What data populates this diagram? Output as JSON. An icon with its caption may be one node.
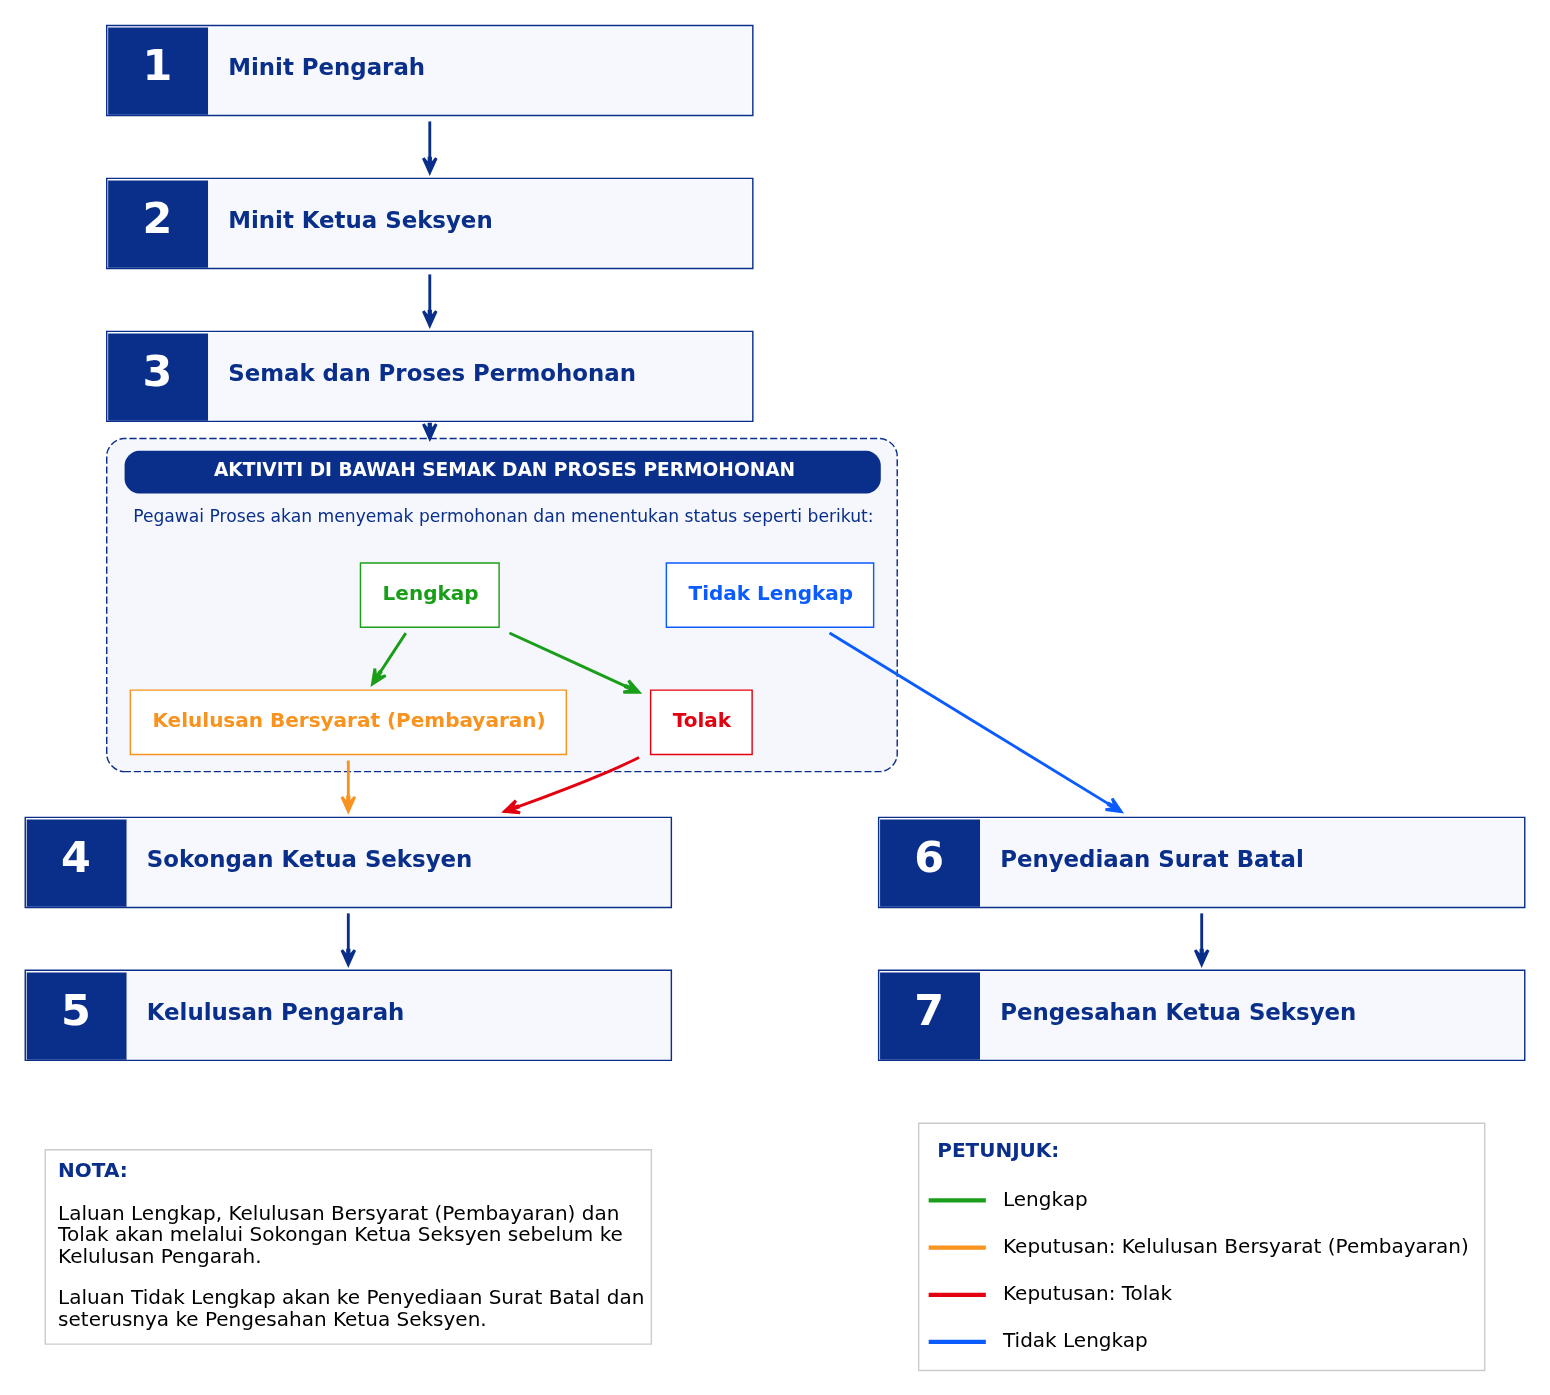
{
  "diagram": {
    "nodes": [
      {
        "text": [
          "1",
          "Minit Pengarah"
        ]
      },
      {
        "text": [
          "2",
          "Minit Ketua Seksyen"
        ]
      },
      {
        "text": [
          "3",
          "Semak dan Proses Permohonan"
        ]
      },
      {
        "text": [
          "AKTIVITI DI BAWAH SEMAK DAN PROSES PERMOHONAN",
          "Pegawai Proses akan menyemak permohonan dan menentukan status seperti berikut:"
        ]
      },
      {
        "text": [
          "Lengkap"
        ],
        "in": 3
      },
      {
        "text": [
          "Tidak Lengkap"
        ],
        "in": 3
      },
      {
        "text": [
          "Kelulusan Bersyarat (Pembayaran)"
        ],
        "in": 3
      },
      {
        "text": [
          "Tolak"
        ],
        "in": 3
      },
      {
        "text": [
          "4",
          "Sokongan Ketua Seksyen"
        ]
      },
      {
        "text": [
          "6",
          "Penyediaan Surat Batal"
        ]
      },
      {
        "text": [
          "5",
          "Kelulusan Pengarah"
        ]
      },
      {
        "text": [
          "7",
          "Pengesahan Ketua Seksyen"
        ]
      },
      {
        "text": [
          "NOTA:",
          "Laluan Lengkap, Kelulusan Bersyarat (Pembayaran) dan Tolak akan melalui Sokongan Ketua Seksyen sebelum ke Kelulusan Pengarah.",
          "Laluan Tidak Lengkap akan ke Penyediaan Surat Batal dan seterusnya ke Pengesahan Ketua Seksyen."
        ]
      }
    ],
    "edges": [
      {
        "from": 0,
        "to": 1,
        "arrow": "to"
      },
      {
        "from": 1,
        "to": 2,
        "arrow": "to"
      },
      {
        "from": 2,
        "to": 3,
        "arrow": "to"
      },
      {
        "from": 4,
        "to": 6,
        "arrow": "to",
        "color": "#1a9e1a"
      },
      {
        "from": 4,
        "to": 7,
        "arrow": "to",
        "color": "#1a9e1a"
      },
      {
        "from": 6,
        "to": 8,
        "arrow": "to",
        "color": "#f7931e"
      },
      {
        "from": 7,
        "to": 8,
        "arrow": "to",
        "color": "#e3000f"
      },
      {
        "from": 5,
        "to": 9,
        "arrow": "to",
        "color": "#0a5cff"
      },
      {
        "from": 8,
        "to": 10,
        "arrow": "to"
      },
      {
        "from": 9,
        "to": 11,
        "arrow": "to"
      }
    ],
    "labels": [
      "PETUNJUK:"
    ],
    "legend": [
      {
        "text": "Lengkap"
      },
      {
        "text": "Keputusan: Kelulusan Bersyarat (Pembayaran)"
      },
      {
        "text": "Keputusan: Tolak"
      },
      {
        "text": "Tidak Lengkap"
      }
    ]
  }
}
